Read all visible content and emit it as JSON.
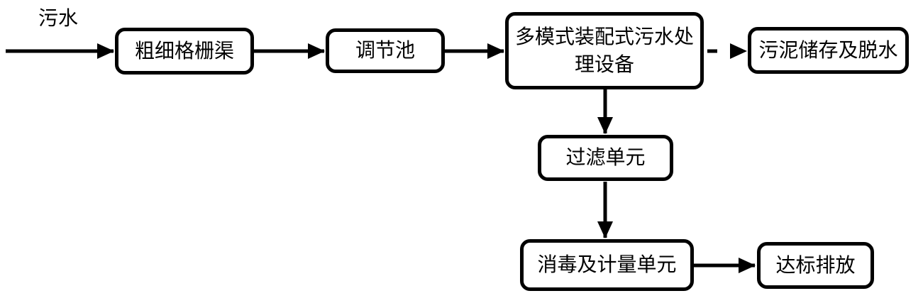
{
  "diagram": {
    "type": "flowchart",
    "background_color": "#ffffff",
    "stroke_color": "#000000",
    "influent_label": "污水",
    "nodes": [
      {
        "id": "coarse-fine-screen-channel",
        "label": "粗细格栅渠"
      },
      {
        "id": "equalization-tank",
        "label": "调节池"
      },
      {
        "id": "multi-mode-prefab-sewage-treatment-equipment",
        "label": "多模式装配式污水处理设备"
      },
      {
        "id": "sludge-storage-and-dewatering",
        "label": "污泥储存及脱水"
      },
      {
        "id": "filtration-unit",
        "label": "过滤单元"
      },
      {
        "id": "disinfection-and-metering-unit",
        "label": "消毒及计量单元"
      },
      {
        "id": "compliant-discharge",
        "label": "达标排放"
      }
    ],
    "edges": [
      {
        "from": "influent",
        "to": "coarse-fine-screen-channel",
        "style": "solid",
        "direction": "right"
      },
      {
        "from": "coarse-fine-screen-channel",
        "to": "equalization-tank",
        "style": "solid",
        "direction": "right"
      },
      {
        "from": "equalization-tank",
        "to": "multi-mode-prefab-sewage-treatment-equipment",
        "style": "solid",
        "direction": "right"
      },
      {
        "from": "multi-mode-prefab-sewage-treatment-equipment",
        "to": "sludge-storage-and-dewatering",
        "style": "dashed",
        "direction": "right"
      },
      {
        "from": "multi-mode-prefab-sewage-treatment-equipment",
        "to": "filtration-unit",
        "style": "solid",
        "direction": "down"
      },
      {
        "from": "filtration-unit",
        "to": "disinfection-and-metering-unit",
        "style": "solid",
        "direction": "down"
      },
      {
        "from": "disinfection-and-metering-unit",
        "to": "compliant-discharge",
        "style": "solid",
        "direction": "right"
      }
    ]
  }
}
